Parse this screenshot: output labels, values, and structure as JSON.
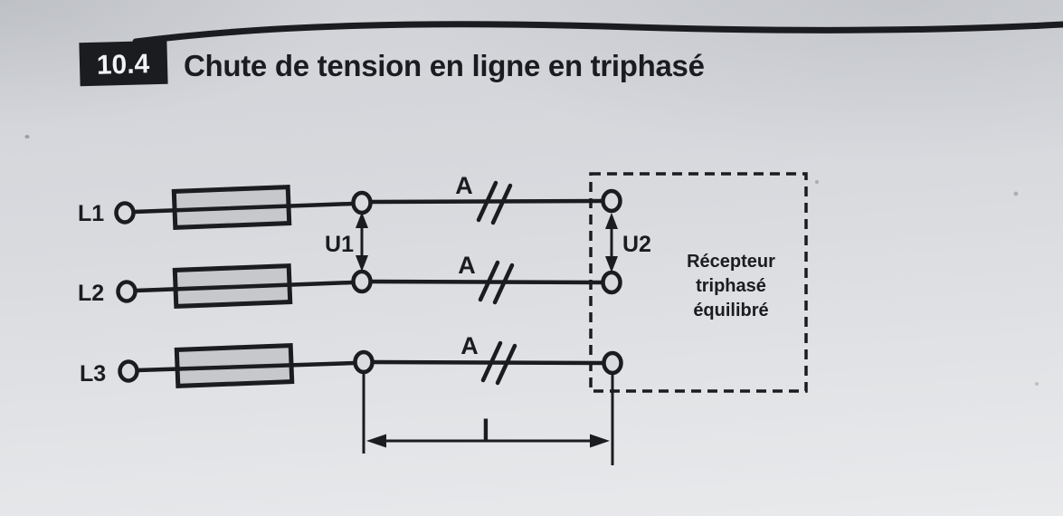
{
  "page": {
    "section_number": "10.4",
    "title": "Chute de tension en ligne en triphasé"
  },
  "diagram": {
    "phases": [
      {
        "label": "L1"
      },
      {
        "label": "L2"
      },
      {
        "label": "L3"
      }
    ],
    "conductor_label": "A",
    "voltage_labels": {
      "u1": "U1",
      "u2": "U2"
    },
    "length_label": "l",
    "receiver": {
      "line1": "Récepteur",
      "line2": "triphasé",
      "line3": "équilibré"
    },
    "colors": {
      "ink": "#1b1c1f",
      "fuse_fill": "#c6c8cb",
      "paper_top": "#d0d2d7",
      "paper_mid": "#d9dbdf",
      "paper_bottom": "#e9eaec"
    }
  }
}
